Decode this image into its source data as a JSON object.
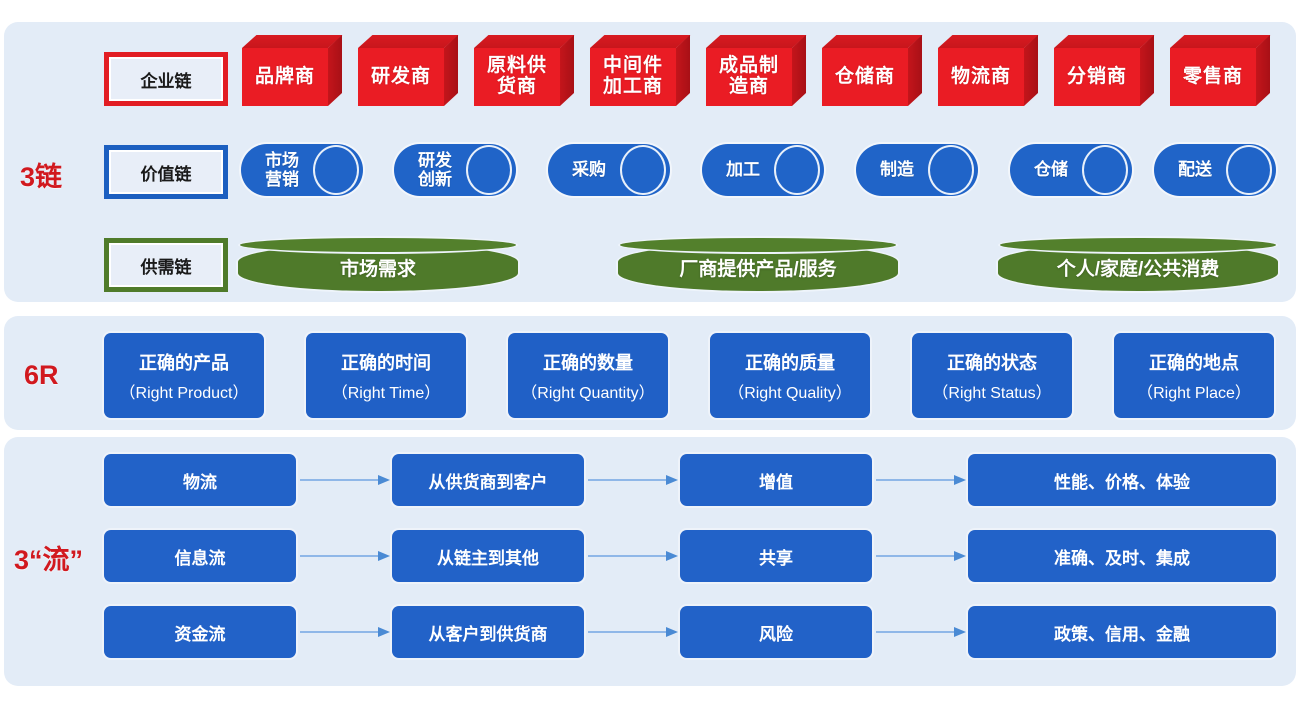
{
  "diagram": {
    "groups": [
      {
        "label": "3链",
        "rows": [
          {
            "plaque": "企业链",
            "style": "red-3d-box",
            "items": [
              "品牌商",
              "研发商",
              "原料供\n货商",
              "中间件\n加工商",
              "成品制\n造商",
              "仓储商",
              "物流商",
              "分销商",
              "零售商"
            ]
          },
          {
            "plaque": "价值链",
            "style": "blue-cylinder",
            "items": [
              "市场\n营销",
              "研发\n创新",
              "采购",
              "加工",
              "制造",
              "仓储",
              "配送"
            ]
          },
          {
            "plaque": "供需链",
            "style": "green-drum",
            "items": [
              "市场需求",
              "厂商提供产品/服务",
              "个人/家庭/公共消费"
            ]
          }
        ]
      },
      {
        "label": "6R",
        "cards": [
          {
            "cn": "正确的产品",
            "en": "（Right Product）"
          },
          {
            "cn": "正确的时间",
            "en": "（Right Time）"
          },
          {
            "cn": "正确的数量",
            "en": "（Right Quantity）"
          },
          {
            "cn": "正确的质量",
            "en": "（Right Quality）"
          },
          {
            "cn": "正确的状态",
            "en": "（Right Status）"
          },
          {
            "cn": "正确的地点",
            "en": "（Right Place）"
          }
        ]
      },
      {
        "label": "3“流”",
        "flow_rows": [
          {
            "stage1": "物流",
            "stage2": "从供货商到客户",
            "stage3": "增值",
            "stage4": "性能、价格、体验"
          },
          {
            "stage1": "信息流",
            "stage2": "从链主到其他",
            "stage3": "共享",
            "stage4": "准确、及时、集成"
          },
          {
            "stage1": "资金流",
            "stage2": "从客户到供货商",
            "stage3": "风险",
            "stage4": "政策、信用、金融"
          }
        ]
      }
    ]
  },
  "colors": {
    "panel_bg": "#e3ecf7",
    "red": "#ea1c24",
    "red_dark": "#a81016",
    "blue": "#2062c7",
    "green": "#4f7a2a",
    "label_red": "#d1191f",
    "arrow_blue": "#8fb7e8"
  }
}
